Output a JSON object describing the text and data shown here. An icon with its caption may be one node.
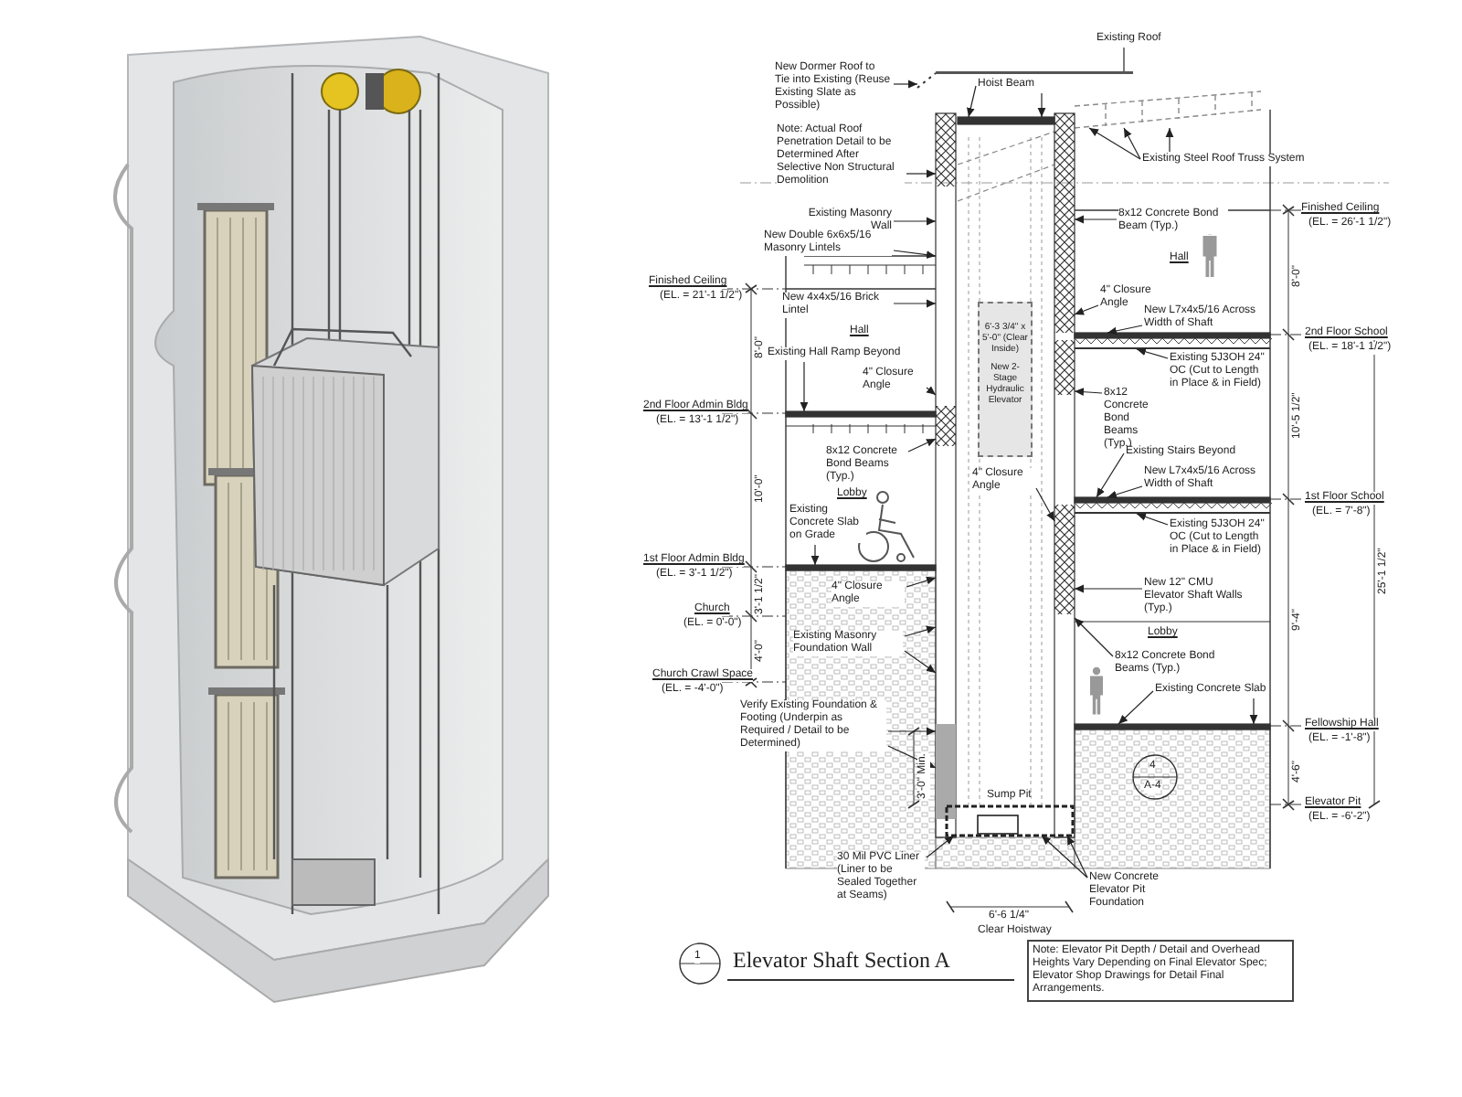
{
  "diagram": {
    "title": "Elevator Shaft Section A",
    "nodes": [
      {
        "text": [
          "New Dormer Roof to Tie into Existing (Reuse Existing Slate as Possible)"
        ]
      },
      {
        "text": [
          "Note: Actual Roof Penetration Detail to be Determined After Selective Non Structural Demolition"
        ]
      },
      {
        "text": [
          "Existing Masonry Wall"
        ]
      },
      {
        "text": [
          "New Double 6x6x5/16 Masonry Lintels"
        ]
      },
      {
        "text": [
          "New 4x4x5/16 Brick Lintel"
        ]
      },
      {
        "text": [
          "Existing Hall Ramp Beyond"
        ]
      },
      {
        "text": [
          "4\" Closure Angle"
        ]
      },
      {
        "text": [
          "Hoist Beam"
        ]
      },
      {
        "text": [
          "Existing Roof"
        ]
      },
      {
        "text": [
          "Existing Steel Roof Truss System"
        ]
      },
      {
        "text": [
          "8x12 Concrete Bond Beam (Typ.)"
        ]
      },
      {
        "text": [
          "4\" Closure Angle"
        ]
      },
      {
        "text": [
          "New L7x4x5/16 Across Width of Shaft"
        ]
      },
      {
        "text": [
          "Existing 5J3OH 24\" OC (Cut to Length in Place & in Field)"
        ]
      },
      {
        "text": [
          "8x12 Concrete Bond Beams (Typ.)"
        ]
      },
      {
        "text": [
          "Existing Stairs Beyond"
        ]
      },
      {
        "text": [
          "New L7x4x5/16 Across Width of Shaft"
        ]
      },
      {
        "text": [
          "Existing 5J3OH 24\" OC (Cut to Length in Place & in Field)"
        ]
      },
      {
        "text": [
          "New 12\" CMU Elevator Shaft Walls (Typ.)"
        ]
      },
      {
        "text": [
          "8x12 Concrete Bond Beams (Typ.)"
        ]
      },
      {
        "text": [
          "Existing Concrete Slab"
        ]
      },
      {
        "text": [
          "8x12 Concrete Bond Beams (Typ.)"
        ]
      },
      {
        "text": [
          "Existing Concrete Slab on Grade"
        ]
      },
      {
        "text": [
          "4\" Closure Angle"
        ]
      },
      {
        "text": [
          "4\" Closure Angle"
        ]
      },
      {
        "text": [
          "Existing Masonry Foundation Wall"
        ]
      },
      {
        "text": [
          "Verify Existing Foundation & Footing (Underpin as Required / Detail to be Determined)"
        ]
      },
      {
        "text": [
          "30 Mil PVC Liner (Liner to be Sealed Together at Seams)"
        ]
      },
      {
        "text": [
          "New Concrete Elevator Pit Foundation"
        ]
      },
      {
        "text": [
          "6'-3 3/4\" x 5'-0\" (Clear Inside)",
          "New 2-Stage Hydraulic Elevator"
        ]
      },
      {
        "text": [],
        "shape": "bar"
      },
      {
        "text": [],
        "shape": "bar"
      },
      {
        "text": [],
        "shape": "bar"
      },
      {
        "text": [],
        "shape": "bar"
      },
      {
        "text": [],
        "shape": "bar"
      },
      {
        "text": [],
        "shape": "bar"
      },
      {
        "text": [],
        "shape": "bar"
      },
      {
        "text": [],
        "shape": "bar"
      },
      {
        "text": [],
        "shape": "bar"
      },
      {
        "text": [],
        "shape": "bar"
      },
      {
        "text": [],
        "shape": "box"
      }
    ],
    "edges": [
      {
        "from": 0,
        "to": 30,
        "arrow": "to"
      },
      {
        "from": 1,
        "to": 33,
        "arrow": "to"
      },
      {
        "from": 2,
        "to": 33,
        "arrow": "to"
      },
      {
        "from": 3,
        "to": 33,
        "arrow": "to"
      },
      {
        "from": 4,
        "to": 33,
        "arrow": "to"
      },
      {
        "from": 5,
        "to": 35,
        "arrow": "to"
      },
      {
        "from": 6,
        "to": 33,
        "arrow": "to"
      },
      {
        "from": 7,
        "to": 31,
        "arrow": "to"
      },
      {
        "from": 7,
        "to": 31,
        "arrow": "to"
      },
      {
        "from": 8,
        "to": 30,
        "arrow": "none"
      },
      {
        "from": 9,
        "to": 32,
        "arrow": "to"
      },
      {
        "from": 9,
        "to": 32,
        "arrow": "to"
      },
      {
        "from": 9,
        "to": 32,
        "arrow": "to"
      },
      {
        "from": 10,
        "to": 34,
        "arrow": "to"
      },
      {
        "from": 11,
        "to": 34,
        "arrow": "to"
      },
      {
        "from": 12,
        "to": 37,
        "arrow": "to"
      },
      {
        "from": 13,
        "to": 37,
        "arrow": "to"
      },
      {
        "from": 14,
        "to": 34,
        "arrow": "to"
      },
      {
        "from": 15,
        "to": 38,
        "arrow": "to"
      },
      {
        "from": 16,
        "to": 38,
        "arrow": "to"
      },
      {
        "from": 17,
        "to": 38,
        "arrow": "to"
      },
      {
        "from": 18,
        "to": 34,
        "arrow": "to"
      },
      {
        "from": 19,
        "to": 34,
        "arrow": "to"
      },
      {
        "from": 20,
        "to": 39,
        "arrow": "to"
      },
      {
        "from": 20,
        "to": 39,
        "arrow": "to"
      },
      {
        "from": 21,
        "to": 33,
        "arrow": "to"
      },
      {
        "from": 22,
        "to": 36,
        "arrow": "to"
      },
      {
        "from": 23,
        "to": 33,
        "arrow": "to"
      },
      {
        "from": 24,
        "to": 34,
        "arrow": "to"
      },
      {
        "from": 25,
        "to": 33,
        "arrow": "to"
      },
      {
        "from": 25,
        "to": 33,
        "arrow": "to"
      },
      {
        "from": 26,
        "to": 33,
        "arrow": "to"
      },
      {
        "from": 26,
        "to": 33,
        "arrow": "to"
      },
      {
        "from": 27,
        "to": 40,
        "arrow": "to"
      },
      {
        "from": 28,
        "to": 40,
        "arrow": "to"
      },
      {
        "from": 28,
        "to": 40,
        "arrow": "to"
      }
    ],
    "labels": [
      "Finished Ceiling",
      "(EL. = 21'-1 1/2\")",
      "Hall",
      "2nd Floor Admin Bldg",
      "(EL. = 13'-1 1/2\")",
      "Lobby",
      "1st Floor Admin Bldg",
      "(EL. = 3'-1 1/2\")",
      "Church",
      "(EL. = 0'-0\")",
      "Church Crawl Space",
      "(EL. = -4'-0\")",
      "Finished Ceiling",
      "(EL. = 26'-1 1/2\")",
      "Hall",
      "2nd Floor School",
      "(EL. = 18'-1 1/2\")",
      "1st Floor School",
      "(EL. = 7'-8\")",
      "Lobby",
      "Fellowship Hall",
      "(EL. = -1'-8\")",
      "Elevator Pit",
      "(EL. = -6'-2\")",
      "8'-0\"",
      "10'-0\"",
      "3'-1 1/2\"",
      "4'-0\"",
      "8'-0\"",
      "10'-5 1/2\"",
      "9'-4\"",
      "4'-6\"",
      "25'-1 1/2\"",
      "3'-0\" Min.",
      "Sump Pit",
      "6'-6 1/4\"",
      "Clear Hoistway",
      "4",
      "A-4",
      "1",
      "Note: Elevator Pit Depth / Detail and Overhead Heights Vary Depending on Final Elevator Spec; Elevator Shop Drawings for Detail Final Arrangements."
    ]
  }
}
